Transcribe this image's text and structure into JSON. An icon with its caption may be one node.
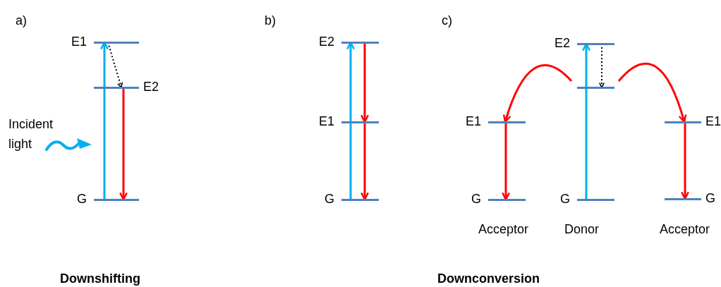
{
  "diagram": {
    "nodes": [
      {
        "text": [],
        "shape": "bar",
        "beside": [
          "E1"
        ]
      },
      {
        "text": [],
        "shape": "bar",
        "beside": [
          "E2"
        ]
      },
      {
        "text": [],
        "shape": "bar",
        "beside": [
          "G"
        ]
      },
      {
        "text": [],
        "shape": "bar",
        "beside": [
          "E2"
        ]
      },
      {
        "text": [],
        "shape": "bar",
        "beside": [
          "E1"
        ]
      },
      {
        "text": [],
        "shape": "bar",
        "beside": [
          "G"
        ]
      },
      {
        "text": [],
        "shape": "bar",
        "beside": [
          "E1"
        ]
      },
      {
        "text": [],
        "shape": "bar",
        "beside": [
          "G"
        ]
      },
      {
        "text": [],
        "shape": "bar",
        "beside": [
          "E2"
        ]
      },
      {
        "text": [],
        "shape": "bar"
      },
      {
        "text": [],
        "shape": "bar",
        "beside": [
          "G"
        ]
      },
      {
        "text": [],
        "shape": "bar",
        "beside": [
          "E1"
        ]
      },
      {
        "text": [],
        "shape": "bar",
        "beside": [
          "G"
        ]
      }
    ],
    "edges": [
      {
        "from": 2,
        "to": 0,
        "arrow": "to",
        "color": "#00b0f0"
      },
      {
        "from": 0,
        "to": 1,
        "arrow": "to",
        "style": "dashed",
        "color": "#000000"
      },
      {
        "from": 1,
        "to": 2,
        "arrow": "to"
      },
      {
        "from": 5,
        "to": 3,
        "arrow": "to",
        "color": "#00b0f0"
      },
      {
        "from": 3,
        "to": 4,
        "arrow": "to"
      },
      {
        "from": 4,
        "to": 5,
        "arrow": "to"
      },
      {
        "from": 10,
        "to": 8,
        "arrow": "to",
        "color": "#00b0f0"
      },
      {
        "from": 8,
        "to": 9,
        "arrow": "to",
        "style": "dashed",
        "color": "#000000"
      },
      {
        "from": 9,
        "to": 6,
        "arrow": "to"
      },
      {
        "from": 9,
        "to": 11,
        "arrow": "to"
      },
      {
        "from": 6,
        "to": 7,
        "arrow": "to"
      },
      {
        "from": 11,
        "to": 12,
        "arrow": "to"
      }
    ],
    "labels": [
      "a)",
      "b)",
      "c)",
      "Incident light",
      "Acceptor",
      "Donor",
      "Acceptor",
      "Downshifting",
      "Downconversion"
    ]
  }
}
